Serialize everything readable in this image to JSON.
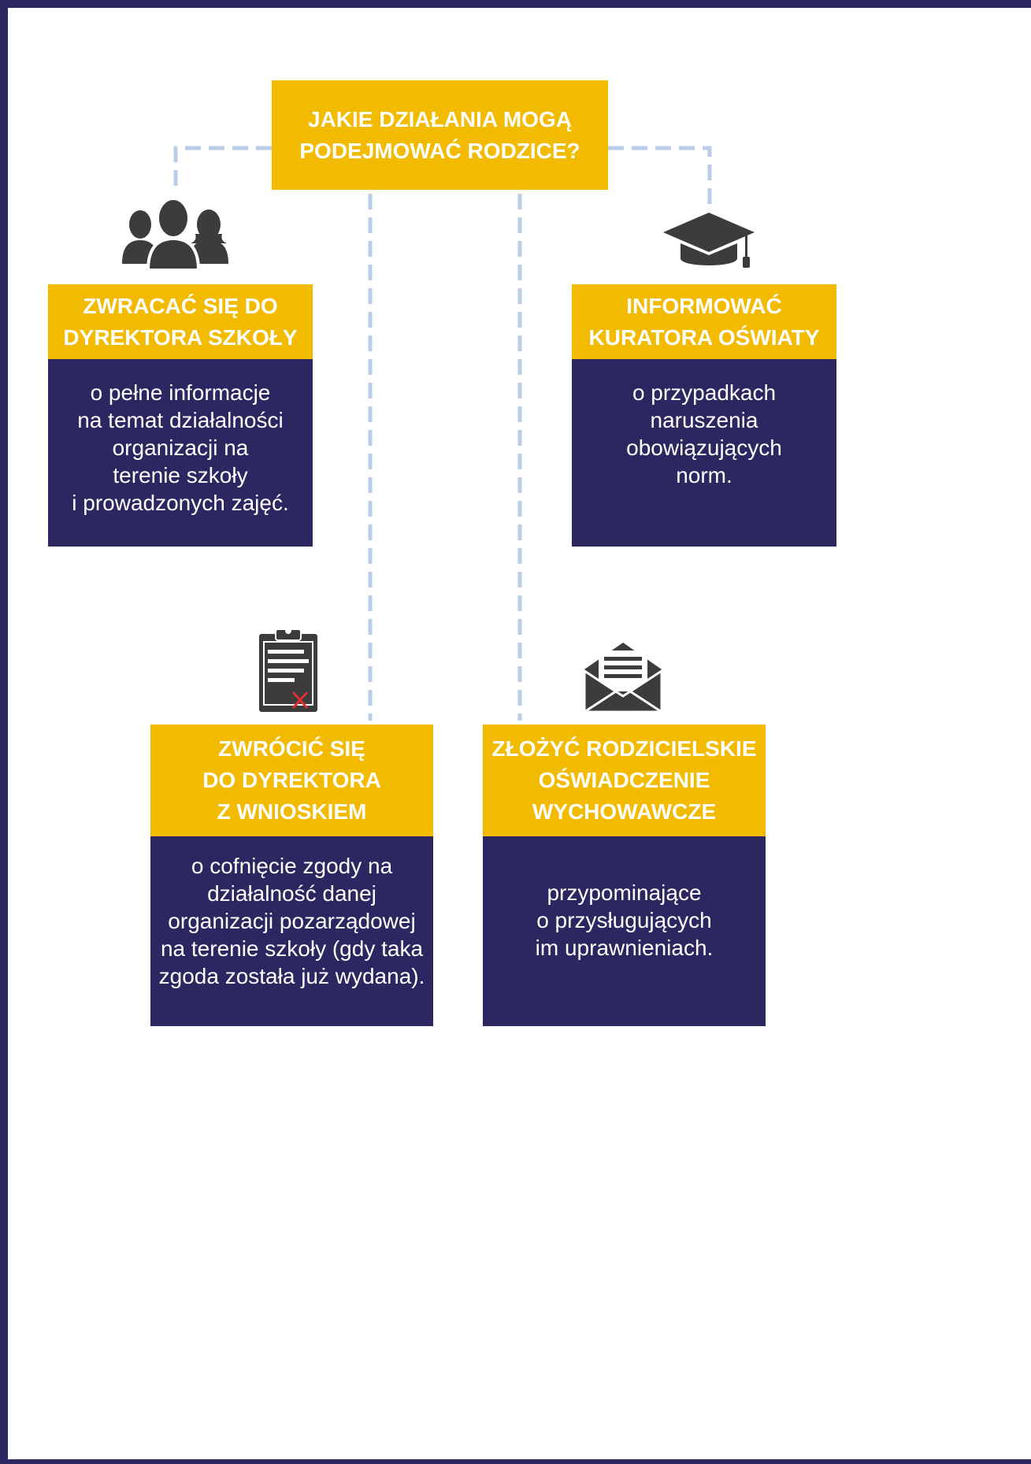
{
  "colors": {
    "frame": "#2c2661",
    "yellow": "#f2bb00",
    "navy": "#2c2661",
    "connector": "#b9cde6",
    "icon": "#3c3c3c",
    "mark_red": "#e0302e"
  },
  "root": {
    "title": "JAKIE DZIAŁANIA MOGĄ\nPODEJMOWAĆ RODZICE?"
  },
  "actions": [
    {
      "icon": "people-icon",
      "title": "ZWRACAĆ SIĘ DO\nDYREKTORA SZKOŁY",
      "description": "o pełne informacje\nna temat działalności\norganizacji na\nterenie szkoły\ni prowadzonych zajęć."
    },
    {
      "icon": "graduation-cap-icon",
      "title": "INFORMOWAĆ\nKURATORA OŚWIATY",
      "description": "o przypadkach\nnaruszenia\nobowiązujących\nnorm."
    },
    {
      "icon": "clipboard-icon",
      "title": "ZWRÓCIĆ SIĘ\nDO DYREKTORA\nZ WNIOSKIEM",
      "description": "o cofnięcie zgody na\ndziałalność danej\norganizacji pozarządowej\nna terenie szkoły (gdy taka\nzgoda została już wydana)."
    },
    {
      "icon": "envelope-icon",
      "title": "ZŁOŻYĆ RODZICIELSKIE\nOŚWIADCZENIE\nWYCHOWAWCZE",
      "description": "przypominające\no przysługujących\nim uprawnieniach."
    }
  ]
}
